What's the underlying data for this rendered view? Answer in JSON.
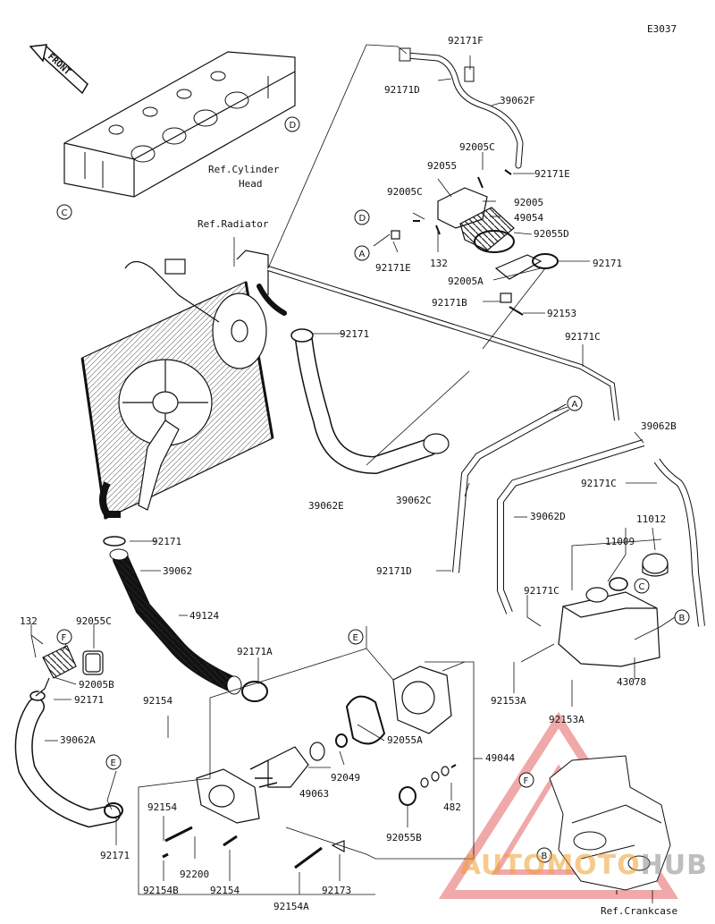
{
  "diagram_code": "E3037",
  "front_label": "FRONT",
  "refs": {
    "cylinder_head_line1": "Ref.Cylinder",
    "cylinder_head_line2": "Head",
    "radiator": "Ref.Radiator",
    "crankcase": "Ref.Crankcase"
  },
  "callouts": {
    "A": "A",
    "B": "B",
    "C": "C",
    "D": "D",
    "E": "E",
    "F": "F"
  },
  "parts": {
    "p92171F": "92171F",
    "p92171D_top": "92171D",
    "p39062F": "39062F",
    "p92005C_a": "92005C",
    "p92055": "92055",
    "p92171E_a": "92171E",
    "p92005C_b": "92005C",
    "p92005": "92005",
    "p49054": "49054",
    "p92055D": "92055D",
    "p92171E_b": "92171E",
    "p132_top": "132",
    "p92171_top": "92171",
    "p92005A": "92005A",
    "p92171B": "92171B",
    "p92153": "92153",
    "p92171_mid": "92171",
    "p92171C_a": "92171C",
    "p39062B": "39062B",
    "p92171C_b": "92171C",
    "p39062E": "39062E",
    "p39062C": "39062C",
    "p39062D": "39062D",
    "p11012": "11012",
    "p11009": "11009",
    "p92171D_mid": "92171D",
    "p92171C_c": "92171C",
    "p92171_left": "92171",
    "p39062": "39062",
    "p49124": "49124",
    "p132_left": "132",
    "p92055C": "92055C",
    "p92005B": "92005B",
    "p92171_left2": "92171",
    "p92171A": "92171A",
    "p92153A_a": "92153A",
    "p43078": "43078",
    "p92153A_b": "92153A",
    "p39062A": "39062A",
    "p92154_a": "92154",
    "p92055A": "92055A",
    "p49044": "49044",
    "p49063": "49063",
    "p92049": "92049",
    "p482": "482",
    "p92055B": "92055B",
    "p92171_bl": "92171",
    "p92154_b": "92154",
    "p92200": "92200",
    "p92154B": "92154B",
    "p92154_c": "92154",
    "p92154A": "92154A",
    "p92173": "92173"
  },
  "watermark": {
    "part1": "AUTOMOTO",
    "part2": "HUB"
  }
}
